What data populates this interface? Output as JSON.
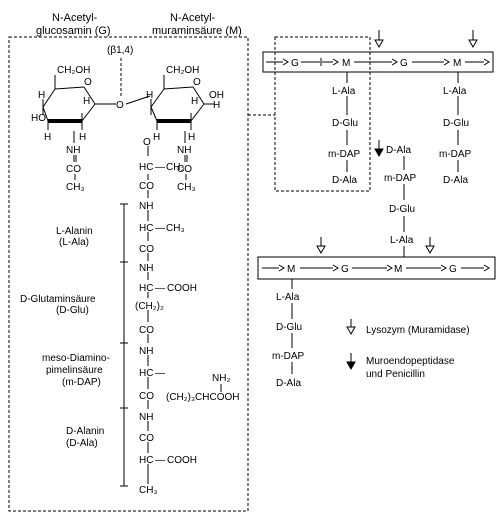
{
  "headers": {
    "g_line1": "N-Acetyl-",
    "g_line2": "glucosamin (G)",
    "m_line1": "N-Acetyl-",
    "m_line2": "muraminsäure (M)"
  },
  "linkage": "(β1,4)",
  "sugar_atoms": {
    "ch2oh_g": "CH₂OH",
    "ch2oh_m": "CH₂OH",
    "o": "O",
    "h": "H",
    "oh": "OH",
    "ho": "HO",
    "nh": "NH",
    "co": "CO",
    "ch3": "CH₃"
  },
  "peptide": {
    "hc": "HC",
    "ch3": "CH₃",
    "co": "CO",
    "nh": "NH",
    "cooh": "COOH",
    "ch2_2": "(CH₂)₂",
    "nh2": "NH₂",
    "dap_side": "(CH₂)₃CHCOOH",
    "dash": "—"
  },
  "residue_labels": {
    "ala_l_1": "L-Alanin",
    "ala_l_2": "(L-Ala)",
    "glu_1": "D-Glutaminsäure",
    "glu_2": "(D-Glu)",
    "dap_1": "meso-Diamino-",
    "dap_2": "pimelinsäure",
    "dap_3": "(m-DAP)",
    "ala_d_1": "D-Alanin",
    "ala_d_2": "(D-Ala)"
  },
  "chain": {
    "g": "G",
    "m": "M",
    "l_ala": "L-Ala",
    "d_glu": "D-Glu",
    "m_dap": "m-DAP",
    "d_ala": "D-Ala"
  },
  "legend": {
    "lysozym": "Lysozym (Muramidase)",
    "endo_1": "Muroendopeptidase",
    "endo_2": "und Penicillin"
  }
}
